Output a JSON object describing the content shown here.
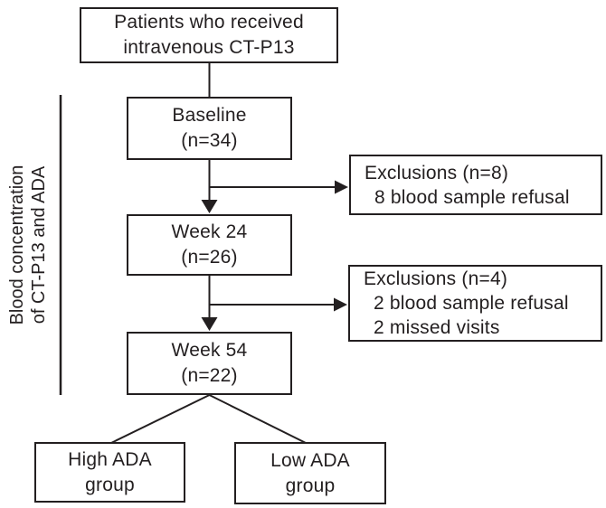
{
  "colors": {
    "line": "#231f20",
    "background": "#ffffff"
  },
  "side_label": {
    "line1": "Blood concentration",
    "line2": "of CT-P13 and ADA"
  },
  "boxes": {
    "patients": {
      "line1": "Patients who received",
      "line2": "intravenous CT-P13"
    },
    "baseline": {
      "line1": "Baseline",
      "line2": "(n=34)"
    },
    "week24": {
      "line1": "Week 24",
      "line2": "(n=26)"
    },
    "week54": {
      "line1": "Week 54",
      "line2": "(n=22)"
    },
    "exclusions1": {
      "title": "Exclusions (n=8)",
      "items": [
        "8 blood sample refusal"
      ]
    },
    "exclusions2": {
      "title": "Exclusions (n=4)",
      "items": [
        "2 blood sample refusal",
        "2 missed visits"
      ]
    },
    "high_ada": {
      "line1": "High ADA",
      "line2": "group"
    },
    "low_ada": {
      "line1": "Low ADA",
      "line2": "group"
    }
  }
}
